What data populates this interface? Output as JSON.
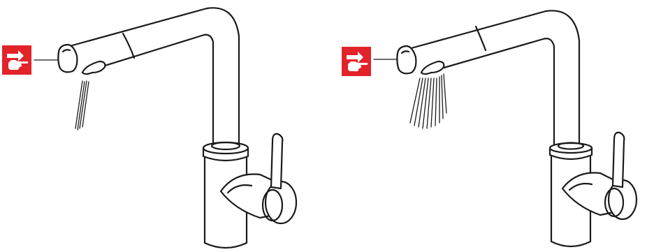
{
  "diagram": {
    "panels": [
      {
        "id": "left",
        "spray_mode": "stream",
        "button_icon": "press-button-hand-icon"
      },
      {
        "id": "right",
        "spray_mode": "spray",
        "button_icon": "press-button-hand-icon"
      }
    ],
    "colors": {
      "icon_background": "#e2232a",
      "line": "#1a1a1a",
      "background": "#ffffff"
    }
  }
}
